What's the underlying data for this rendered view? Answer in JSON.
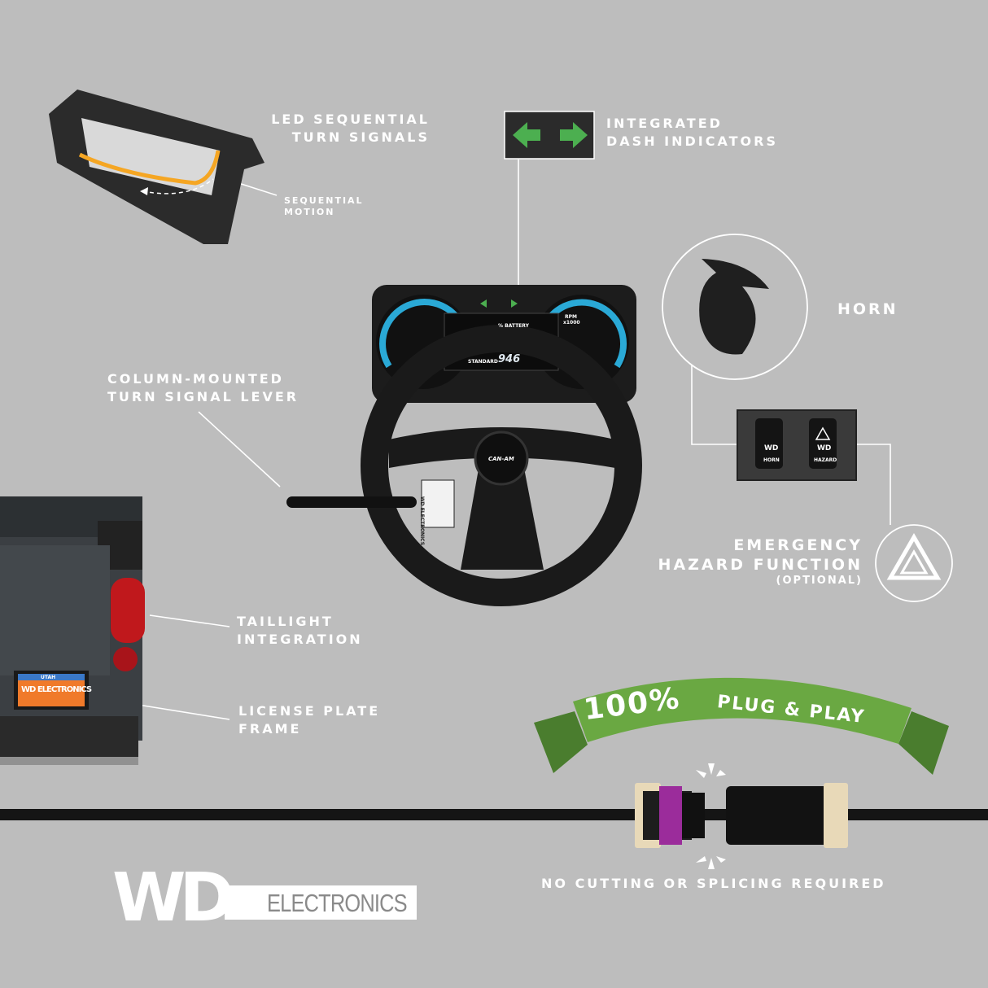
{
  "labels": {
    "led_sequential": [
      "LED SEQUENTIAL",
      "TURN SIGNALS"
    ],
    "sequential_motion": [
      "SEQUENTIAL",
      "MOTION"
    ],
    "integrated_dash": [
      "INTEGRATED",
      "DASH INDICATORS"
    ],
    "horn": "HORN",
    "column_mounted": [
      "COLUMN-MOUNTED",
      "TURN SIGNAL LEVER"
    ],
    "emergency_hazard": [
      "EMERGENCY",
      "HAZARD FUNCTION",
      "(OPTIONAL)"
    ],
    "taillight": [
      "TAILLIGHT",
      "INTEGRATION"
    ],
    "license_plate": [
      "LICENSE PLATE",
      "FRAME"
    ],
    "no_cutting": "NO CUTTING OR SPLICING REQUIRED"
  },
  "banner": {
    "percent": "100%",
    "text": "PLUG & PLAY",
    "color": "#6aa842"
  },
  "dash": {
    "percent_label": "% BATTERY",
    "mode": "STANDARD",
    "reading": "946",
    "rpm": "RPM",
    "rpm_value": "x1000"
  },
  "switches": {
    "left_label": "HORN",
    "right_label": "HAZARD",
    "brand": "WD"
  },
  "steering": {
    "hub_text": "CAN-AM",
    "module_text": "WD ELECTRONICS"
  },
  "plate": {
    "state": "UTAH",
    "text": "WD ELECTRONICS"
  },
  "logo": {
    "mark": "WD",
    "word": "ELECTRONICS"
  },
  "colors": {
    "background": "#bdbdbd",
    "arrow_green": "#4caf50",
    "amber": "#f5a623",
    "taillight_red": "#c0181c"
  },
  "icons": [
    "arrow-left-icon",
    "arrow-right-icon",
    "hazard-triangle-icon",
    "horn-icon"
  ]
}
